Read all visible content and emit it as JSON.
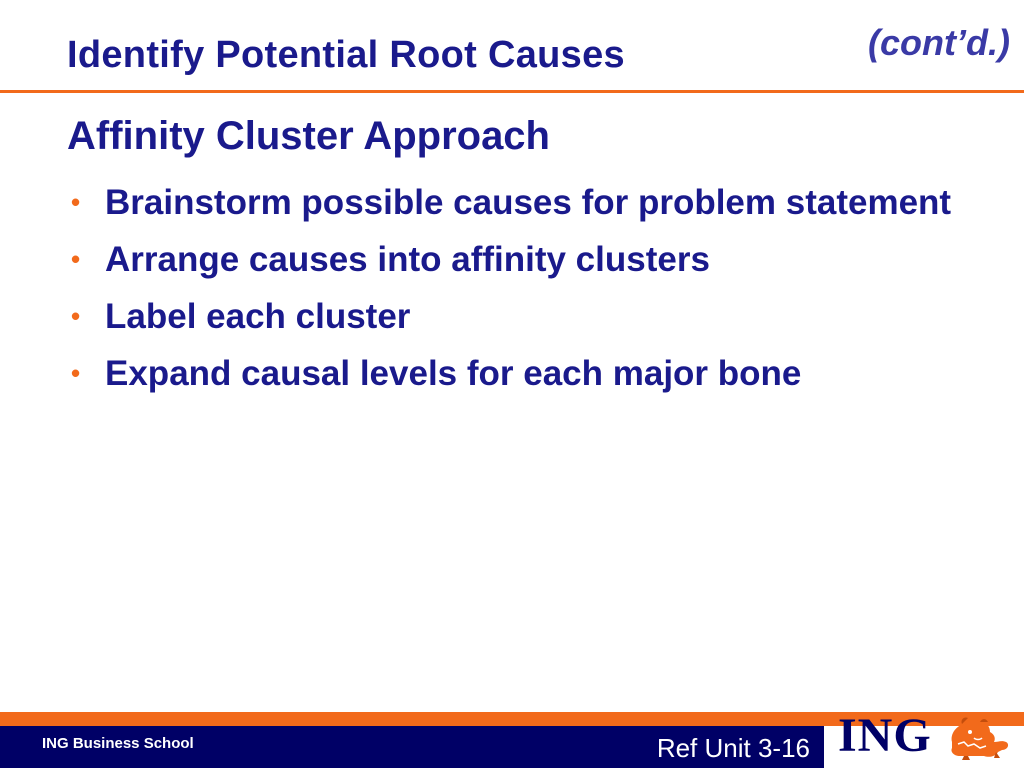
{
  "slide": {
    "title": "Identify Potential Root Causes",
    "continued": "(cont’d.)",
    "subheading": "Affinity Cluster Approach",
    "bullets": [
      "Brainstorm possible causes for problem statement",
      "Arrange causes into affinity clusters",
      "Label each cluster",
      "Expand causal levels for each major bone"
    ],
    "bullet_marker": "•"
  },
  "footer": {
    "school": "ING Business School",
    "reference": "Ref Unit 3-16",
    "logo_text": "ING",
    "logo_icon": "lion-icon"
  },
  "colors": {
    "title_blue": "#1a1a8c",
    "accent_orange": "#f26a1b",
    "footer_navy": "#000066"
  }
}
